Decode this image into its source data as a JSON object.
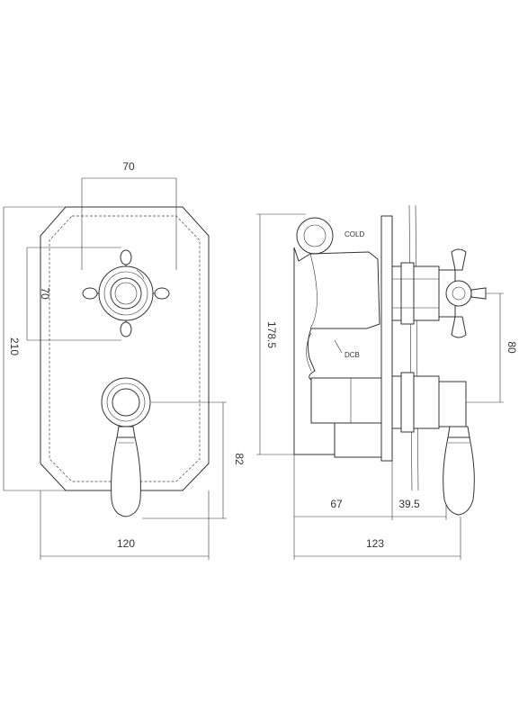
{
  "front_view": {
    "dims": {
      "top_width": "70",
      "inner_height": "70",
      "total_height": "210",
      "lever_height": "82",
      "bottom_width": "120"
    }
  },
  "side_view": {
    "labels": {
      "cold": "COLD",
      "dcb": "DCB"
    },
    "dims": {
      "body_height": "178.5",
      "spacing": "80",
      "body_depth": "67",
      "projection": "39.5",
      "total_depth": "123"
    }
  },
  "colors": {
    "line": "#333333",
    "background": "#ffffff"
  }
}
